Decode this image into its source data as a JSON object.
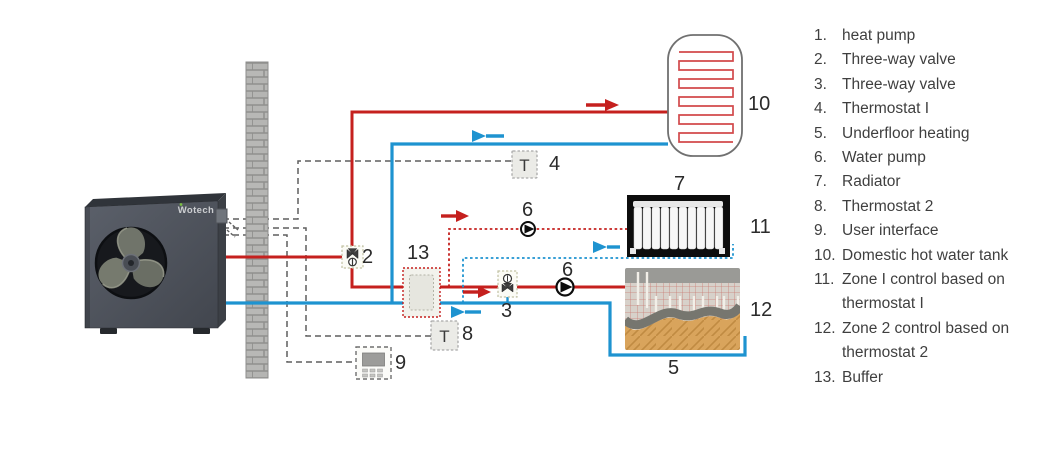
{
  "colors": {
    "supply_red": "#c5201e",
    "return_blue": "#1e93d0",
    "control_gray": "#5f5f5f",
    "coil_red": "#d2494b",
    "text_dark": "#2b2b2b",
    "legend_text": "#3f3f3f"
  },
  "diagram": {
    "logo": "Wotech",
    "thermostat1_letter": "T",
    "thermostat2_letter": "T",
    "labels": {
      "valve2": "2",
      "valve3": "3",
      "thermostat1": "4",
      "underfloor": "5",
      "pump_zone1": "6",
      "pump_zone2": "6",
      "radiator": "7",
      "thermostat2": "8",
      "user_interface": "9",
      "tank": "10",
      "zone1": "11",
      "zone2": "12",
      "buffer": "13"
    }
  },
  "legend": {
    "items": [
      {
        "num": "1.",
        "text": "heat pump"
      },
      {
        "num": "2.",
        "text": "Three-way valve"
      },
      {
        "num": "3.",
        "text": "Three-way valve"
      },
      {
        "num": "4.",
        "text": "Thermostat I"
      },
      {
        "num": "5.",
        "text": "Underfloor heating"
      },
      {
        "num": "6.",
        "text": "Water pump"
      },
      {
        "num": "7.",
        "text": "Radiator"
      },
      {
        "num": "8.",
        "text": "Thermostat 2"
      },
      {
        "num": "9.",
        "text": "User interface"
      },
      {
        "num": "10.",
        "text": "Domestic hot water tank"
      },
      {
        "num": "11.",
        "text": "Zone I control based on\nthermostat I"
      },
      {
        "num": "12.",
        "text": "Zone 2 control based on\nthermostat 2"
      },
      {
        "num": "13.",
        "text": "Buffer"
      }
    ]
  }
}
